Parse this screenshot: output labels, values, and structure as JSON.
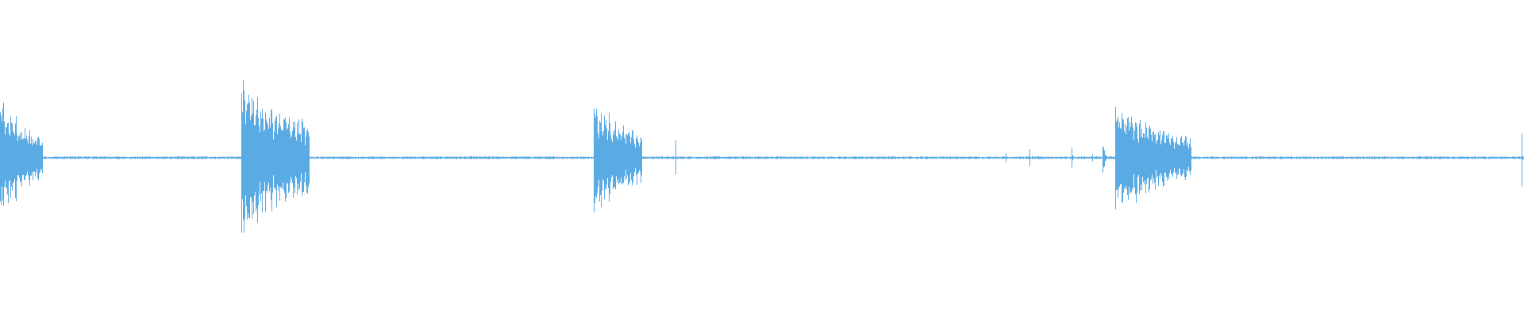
{
  "waveform": {
    "color": "#5aaae4",
    "duration_fraction_markers": [],
    "bursts": [
      {
        "at": 0.0,
        "peak": 0.72,
        "decay": 0.02,
        "width": 0.028
      },
      {
        "at": 0.1585,
        "peak": 0.98,
        "decay": 0.026,
        "width": 0.045
      },
      {
        "at": 0.3895,
        "peak": 0.72,
        "decay": 0.024,
        "width": 0.032
      },
      {
        "at": 0.443,
        "peak": 0.22,
        "decay": 0.002,
        "width": 0.002
      },
      {
        "at": 0.66,
        "peak": 0.1,
        "decay": 0.002,
        "width": 0.003
      },
      {
        "at": 0.6755,
        "peak": 0.12,
        "decay": 0.002,
        "width": 0.003
      },
      {
        "at": 0.703,
        "peak": 0.12,
        "decay": 0.003,
        "width": 0.004
      },
      {
        "at": 0.7165,
        "peak": 0.06,
        "decay": 0.003,
        "width": 0.004
      },
      {
        "at": 0.7235,
        "peak": 0.25,
        "decay": 0.004,
        "width": 0.006
      },
      {
        "at": 0.732,
        "peak": 0.68,
        "decay": 0.022,
        "width": 0.05
      },
      {
        "at": 0.9985,
        "peak": 0.55,
        "decay": 0.002,
        "width": 0.002
      }
    ]
  }
}
